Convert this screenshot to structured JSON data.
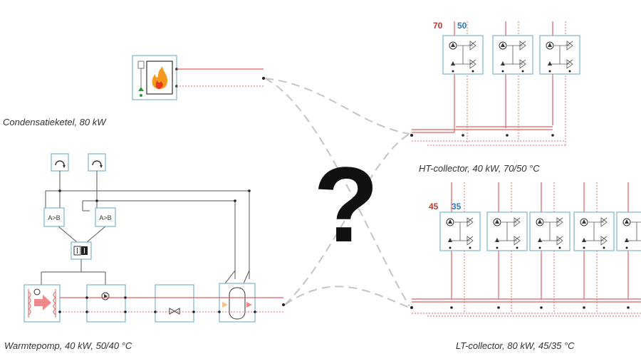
{
  "captions": {
    "boiler": "Condensatieketel, 80 kW",
    "heatpump": "Warmtepomp, 40 kW, 50/40 °C",
    "ht_collector": "HT-collector, 40 kW, 70/50 °C",
    "lt_collector": "LT-collector, 80 kW, 45/35 °C"
  },
  "temperatures": {
    "ht_supply": "70",
    "ht_return": "50",
    "lt_supply": "45",
    "lt_return": "35"
  },
  "comparator_label": "A>B",
  "question_mark": "?",
  "colors": {
    "supply": "#e06060",
    "return": "#e88888",
    "control": "#555555",
    "box_border": "#7fb4cc",
    "dashed": "#c0c0c0",
    "hot_label": "#c0392b",
    "cold_label": "#2a78c0"
  },
  "icons": [
    "flame-icon",
    "pump-icon",
    "valve-icon",
    "sensor-icon",
    "switch-icon",
    "heat-exchanger-icon",
    "buffer-tank-icon"
  ]
}
